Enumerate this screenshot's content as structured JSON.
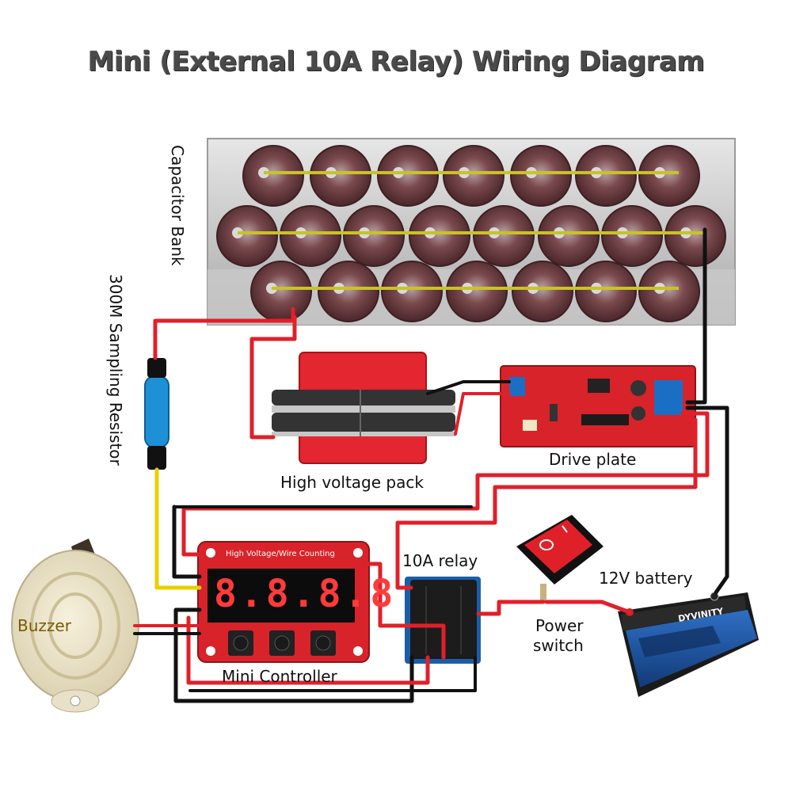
{
  "title": "Mini (External 10A Relay) Wiring Diagram",
  "labels": {
    "capacitor_bank": "Capacitor Bank",
    "sampling_resistor": "300M Sampling Resistor",
    "high_voltage_pack": "High voltage pack",
    "drive_plate": "Drive plate",
    "relay": "10A relay",
    "battery": "12V battery",
    "power_switch_line1": "Power",
    "power_switch_line2": "switch",
    "buzzer": "Buzzer",
    "controller": "Mini Controller",
    "controller_header": "High Voltage/Wire Counting",
    "display_digits": "8.8.8.8",
    "battery_brand": "DYVINITY",
    "switch_mark": "O"
  },
  "colors": {
    "wire_red": "#e0202a",
    "wire_black": "#111111",
    "wire_yellow": "#e8d000",
    "pcb_red": "#d8232a",
    "capacitor": "#6b3a3e",
    "box_gray": "#bdbdbd",
    "battery_blue": "#1a4f9e",
    "buzzer_label": "#7a5a00"
  }
}
